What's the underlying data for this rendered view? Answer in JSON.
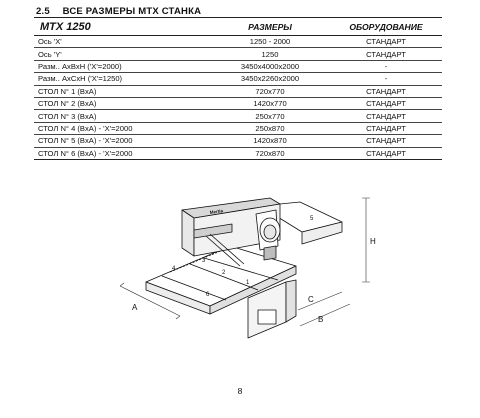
{
  "section": {
    "number": "2.5",
    "title": "ВСЕ РАЗМЕРЫ МТХ СТАНКА"
  },
  "table": {
    "headers": {
      "model": "MTX 1250",
      "dimensions": "РАЗМЕРЫ",
      "equipment": "ОБОРУДОВАНИЕ"
    },
    "rows": [
      {
        "name": "Ось 'X'",
        "dim": "1250 - 2000",
        "equip": "СТАНДАРТ"
      },
      {
        "name": "Ось 'Y'",
        "dim": "1250",
        "equip": "СТАНДАРТ"
      },
      {
        "name": "Разм.. AxBxH ('X'=2000)",
        "dim": "3450x4000x2000",
        "equip": "-"
      },
      {
        "name": "Разм.. AxCxH ('X'=1250)",
        "dim": "3450x2260x2000",
        "equip": "-"
      },
      {
        "name": "СТОЛ  N° 1  (BxA)",
        "dim": "720x770",
        "equip": "СТАНДАРТ"
      },
      {
        "name": "СТОЛ  N° 2  (BxA)",
        "dim": "1420x770",
        "equip": "СТАНДАРТ"
      },
      {
        "name": "СТОЛ  N° 3  (BxA)",
        "dim": "250x770",
        "equip": "СТАНДАРТ"
      },
      {
        "name": "СТОЛ  N° 4  (BxA) - 'X'=2000",
        "dim": "250x870",
        "equip": "СТАНДАРТ"
      },
      {
        "name": "СТОЛ  N° 5  (BxA) - 'X'=2000",
        "dim": "1420x870",
        "equip": "СТАНДАРТ"
      },
      {
        "name": "СТОЛ  N° 6  (BxA) - 'X'=2000",
        "dim": "720x870",
        "equip": "СТАНДАРТ"
      }
    ]
  },
  "drawing": {
    "brand": "Mertia",
    "dimension_labels": {
      "a": "A",
      "b": "B",
      "c": "C",
      "h": "H"
    },
    "table_numbers": [
      "1",
      "2",
      "3",
      "4",
      "5",
      "6"
    ]
  },
  "page_number": "8"
}
